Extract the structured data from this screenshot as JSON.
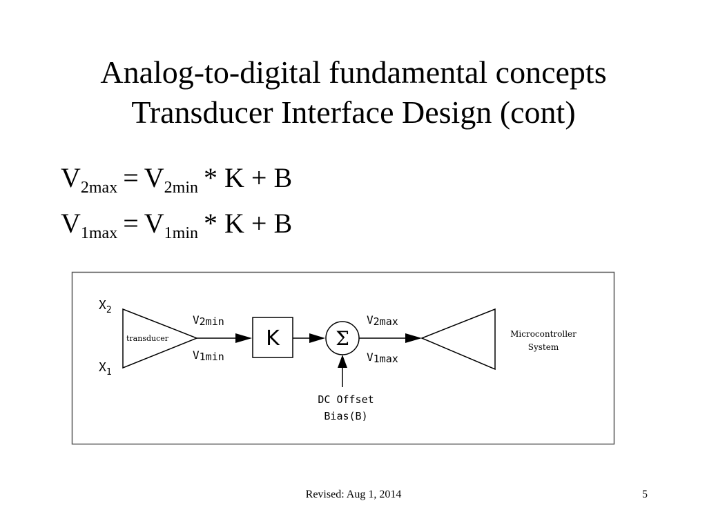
{
  "slide": {
    "title_line1": "Analog-to-digital fundamental concepts",
    "title_line2": "Transducer Interface Design (cont)"
  },
  "equations": [
    {
      "lhs": "V",
      "lhs_sub": "2max",
      "eq": "=",
      "rhs": "V",
      "rhs_sub": "2min",
      "tail": "* K + B"
    },
    {
      "lhs": "V",
      "lhs_sub": "1max",
      "eq": "=",
      "rhs": "V",
      "rhs_sub": "1min",
      "tail": "* K + B"
    }
  ],
  "diagram": {
    "x2_label": "X",
    "x2_sub": "2",
    "x1_label": "X",
    "x1_sub": "1",
    "transducer_label": "transducer",
    "v2min_label": "V",
    "v2min_sub": "2min",
    "v1min_label": "V",
    "v1min_sub": "1min",
    "gain_label": "K",
    "sum_symbol": "Σ",
    "v2max_label": "V",
    "v2max_sub": "2max",
    "v1max_label": "V",
    "v1max_sub": "1max",
    "micro_label_line1": "Microcontroller",
    "micro_label_line2": "System",
    "offset_label_line1": "DC Offset",
    "offset_label_line2": "Bias(B)"
  },
  "footer": {
    "revised": "Revised: Aug 1, 2014",
    "page": "5"
  }
}
